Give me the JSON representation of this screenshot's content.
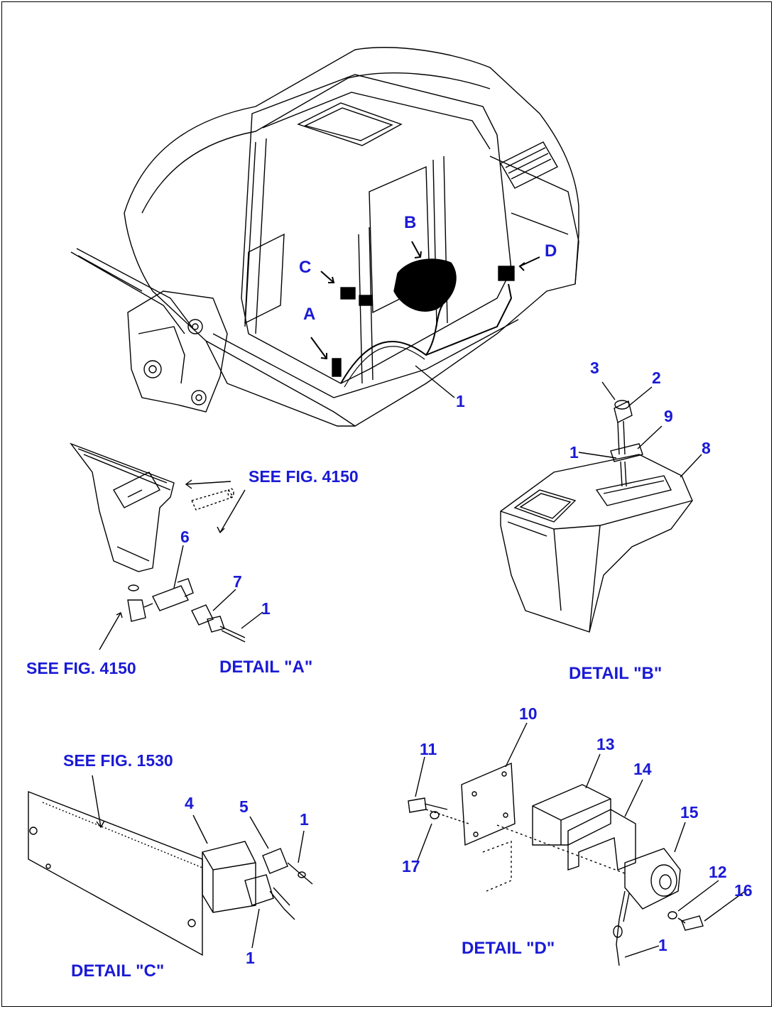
{
  "overview": {
    "letters": [
      "A",
      "B",
      "C",
      "D"
    ],
    "callouts": [
      "1"
    ]
  },
  "detail_a": {
    "caption": "DETAIL \"A\"",
    "see_top": "SEE FIG. 4150",
    "see_left": "SEE FIG. 4150",
    "callouts": [
      "6",
      "7",
      "1"
    ]
  },
  "detail_b": {
    "caption": "DETAIL \"B\"",
    "callouts": [
      "3",
      "2",
      "9",
      "1",
      "8"
    ]
  },
  "detail_c": {
    "caption": "DETAIL \"C\"",
    "see": "SEE FIG. 1530",
    "callouts": [
      "4",
      "5",
      "1",
      "1"
    ]
  },
  "detail_d": {
    "caption": "DETAIL \"D\"",
    "callouts": [
      "10",
      "11",
      "13",
      "14",
      "15",
      "17",
      "12",
      "16",
      "1"
    ]
  },
  "colors": {
    "label": "#1a1ad6",
    "line": "#000000"
  }
}
